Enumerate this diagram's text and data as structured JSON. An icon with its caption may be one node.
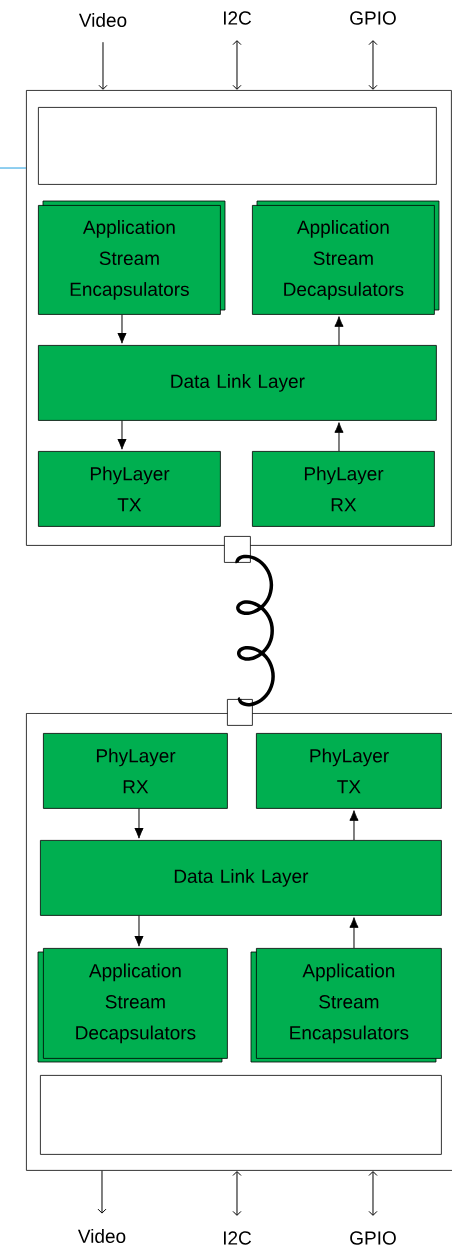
{
  "diagram": {
    "nodes": [
      {
        "text": [
          "Video"
        ]
      },
      {
        "text": [
          "I2C"
        ]
      },
      {
        "text": [
          "GPIO"
        ]
      },
      {
        "text": [],
        "shape": "box"
      },
      {
        "text": [],
        "shape": "box",
        "in": 3
      },
      {
        "text": [
          "Application Stream Encapsulators"
        ],
        "in": 3
      },
      {
        "text": [
          "Application Stream Decapsulators"
        ],
        "in": 3
      },
      {
        "text": [
          "Data Link Layer"
        ],
        "in": 3
      },
      {
        "text": [
          "PhyLayer TX"
        ],
        "in": 3
      },
      {
        "text": [
          "PhyLayer RX"
        ],
        "in": 3
      },
      {
        "text": [],
        "shape": "box"
      },
      {
        "text": [],
        "shape": "box"
      },
      {
        "text": [],
        "shape": "box"
      },
      {
        "text": [
          "PhyLayer RX"
        ],
        "in": 12
      },
      {
        "text": [
          "PhyLayer TX"
        ],
        "in": 12
      },
      {
        "text": [
          "Data Link Layer"
        ],
        "in": 12
      },
      {
        "text": [
          "Application Stream Decapsulators"
        ],
        "in": 12
      },
      {
        "text": [
          "Application Stream Encapsulators"
        ],
        "in": 12
      },
      {
        "text": [],
        "shape": "box",
        "in": 12
      },
      {
        "text": [
          "Video"
        ]
      },
      {
        "text": [
          "I2C"
        ]
      },
      {
        "text": [
          "GPIO"
        ]
      }
    ],
    "edges": [
      {
        "from": 0,
        "to": 3,
        "arrow": "to"
      },
      {
        "from": 1,
        "to": 3,
        "arrow": "both"
      },
      {
        "from": 2,
        "to": 3,
        "arrow": "both"
      },
      {
        "from": 5,
        "to": 7,
        "arrow": "to"
      },
      {
        "from": 7,
        "to": 6,
        "arrow": "to"
      },
      {
        "from": 7,
        "to": 8,
        "arrow": "to"
      },
      {
        "from": 9,
        "to": 7,
        "arrow": "to"
      },
      {
        "from": 10,
        "to": 11,
        "arrow": "none",
        "style": "thick"
      },
      {
        "from": 13,
        "to": 15,
        "arrow": "to"
      },
      {
        "from": 15,
        "to": 14,
        "arrow": "to"
      },
      {
        "from": 15,
        "to": 16,
        "arrow": "to"
      },
      {
        "from": 17,
        "to": 15,
        "arrow": "to"
      },
      {
        "from": 12,
        "to": 19,
        "arrow": "to"
      },
      {
        "from": 12,
        "to": 20,
        "arrow": "both"
      },
      {
        "from": 12,
        "to": 21,
        "arrow": "both"
      },
      {
        "from": null,
        "to": 3,
        "arrow": "none",
        "color": "#1f9ee0"
      }
    ]
  }
}
